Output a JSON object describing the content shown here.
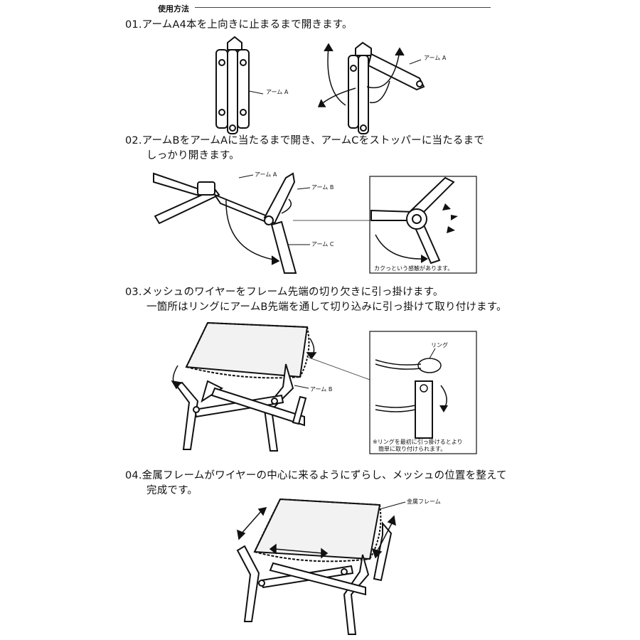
{
  "header": {
    "title": "使用方法"
  },
  "steps": [
    {
      "line1": "01.アームA4本を上向きに止まるまで開きます。"
    },
    {
      "line1": "02.アームBをアームAに当たるまで開き、アームCをストッパーに当たるまで",
      "line2": "しっかり開きます。"
    },
    {
      "line1": "03.メッシュのワイヤーをフレーム先端の切り欠きに引っ掛けます。",
      "line2": "一箇所はリングにアームB先端を通して切り込みに引っ掛けて取り付けます。"
    },
    {
      "line1": "04.金属フレームがワイヤーの中心に来るようにずらし、メッシュの位置を整えて",
      "line2": "完成です。"
    }
  ],
  "labels": {
    "arm_a": "アーム A",
    "arm_b": "アーム B",
    "arm_c": "アーム C",
    "click_note": "カクっという感触があります。",
    "ring": "リング",
    "ring_note_1": "※リングを最初に引っ掛けるとより",
    "ring_note_2": "簡単に取り付けられます。",
    "metal_frame": "金属フレーム"
  }
}
